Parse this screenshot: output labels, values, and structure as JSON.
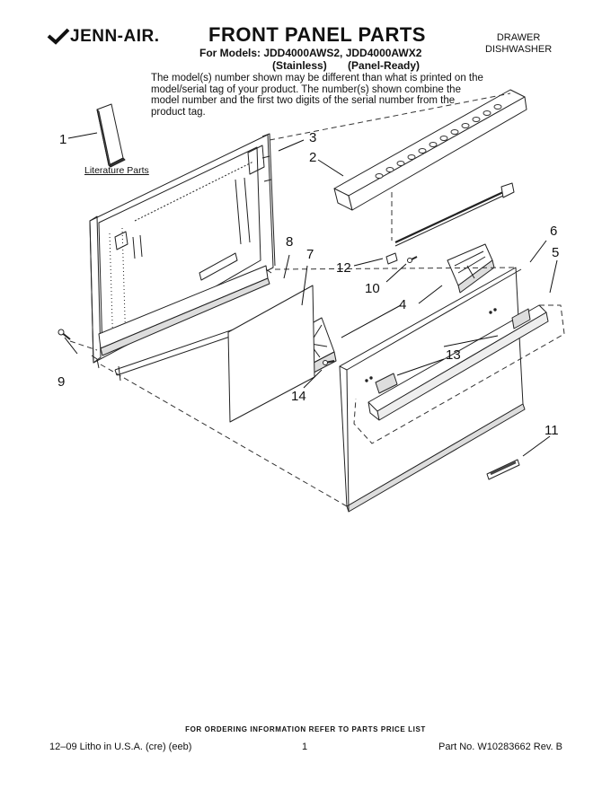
{
  "header": {
    "brand": "JENN-AIR.",
    "title": "FRONT PANEL PARTS",
    "models_line": "For Models: JDD4000AWS2, JDD4000AWX2",
    "variants": [
      "(Stainless)",
      "(Panel-Ready)"
    ],
    "product_type": [
      "DRAWER",
      "DISHWASHER"
    ]
  },
  "note": "The model(s) number shown may be different than what is printed on the model/serial tag of your product. The number(s) shown combine the model number and the first two digits of the serial number from the product tag.",
  "literature_label": "Literature Parts",
  "callouts": {
    "c1": "1",
    "c2": "2",
    "c3": "3",
    "c4": "4",
    "c5": "5",
    "c6": "6",
    "c7": "7",
    "c8": "8",
    "c9": "9",
    "c10": "10",
    "c11": "11",
    "c12": "12",
    "c13": "13",
    "c14": "14"
  },
  "footer": {
    "order_note": "FOR ORDERING INFORMATION REFER TO PARTS PRICE LIST",
    "litho": "12–09 Litho in U.S.A. (cre) (eeb)",
    "page": "1",
    "part_no": "Part No. W10283662 Rev. B"
  }
}
